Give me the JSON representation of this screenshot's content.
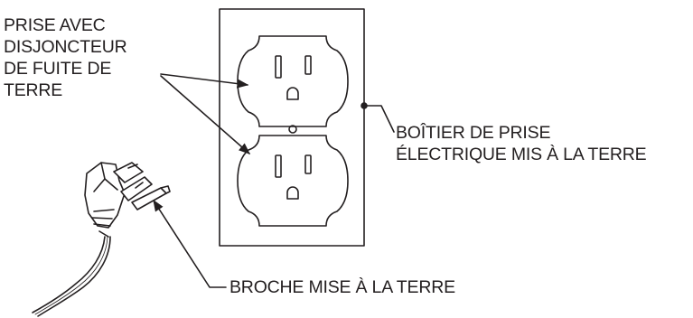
{
  "labels": {
    "gfci_outlet": [
      "PRISE AVEC",
      "DISJONCTEUR",
      "DE FUITE DE",
      "TERRE"
    ],
    "grounded_box": [
      "BOÎTIER DE PRISE",
      "ÉLECTRIQUE MIS À LA TERRE"
    ],
    "ground_pin": [
      "BROCHE MISE À LA TERRE"
    ]
  },
  "colors": {
    "ink": "#231f20",
    "background": "#ffffff"
  }
}
